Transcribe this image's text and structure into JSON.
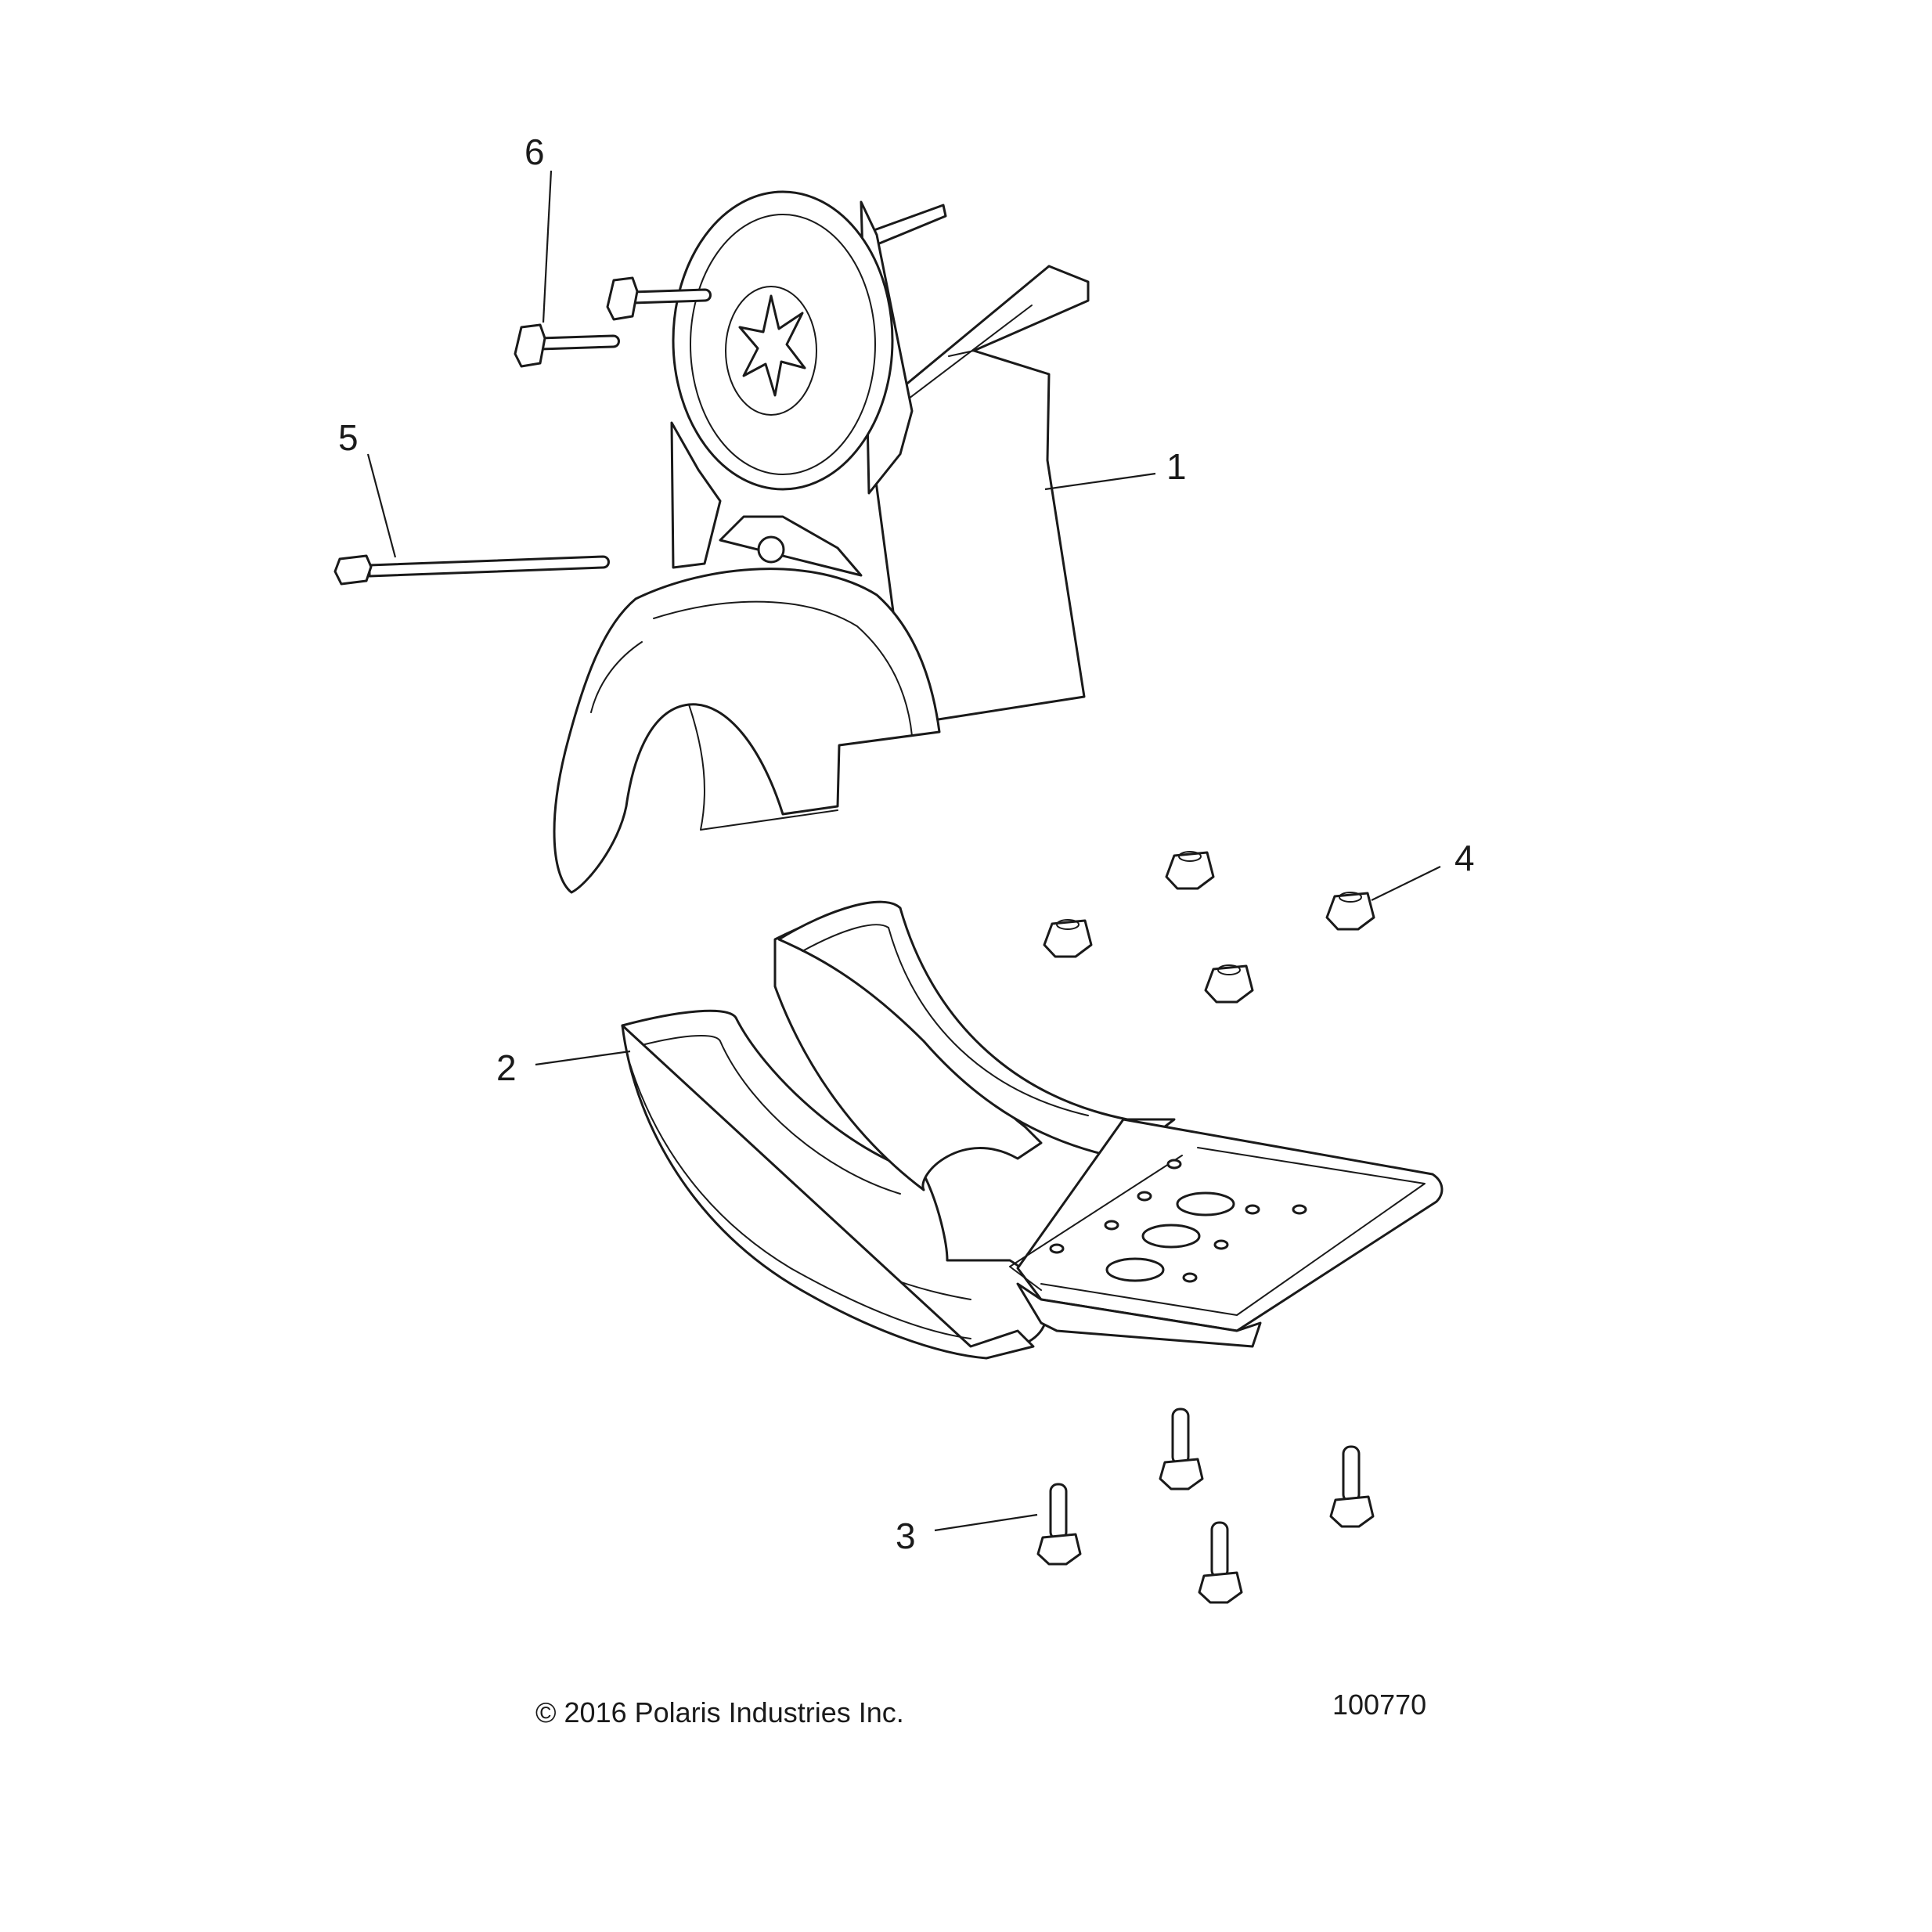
{
  "callouts": {
    "c1": "1",
    "c2": "2",
    "c3": "3",
    "c4": "4",
    "c5": "5",
    "c6": "6"
  },
  "footer": {
    "copyright": "© 2016 Polaris Industries Inc.",
    "figure_number": "100770"
  },
  "colors": {
    "line": "#1a1a1a",
    "background": "#ffffff"
  }
}
